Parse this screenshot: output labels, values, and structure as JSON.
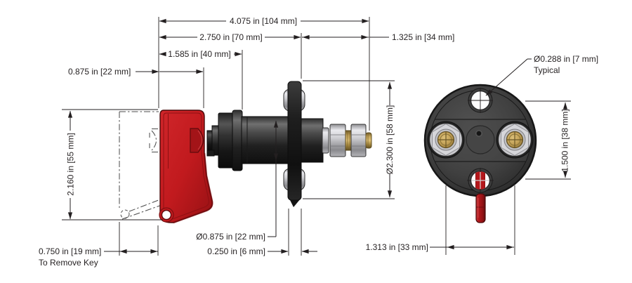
{
  "drawing": {
    "subject": "Battery disconnect switch dimensional drawing",
    "views": [
      "side view with removable red key",
      "rear panel view with terminals"
    ]
  },
  "side_view": {
    "dim_overall_length": "4.075 in [104 mm]",
    "dim_body_length": "2.750 in [70 mm]",
    "dim_stud_projection": "1.325 in [34 mm]",
    "dim_key_to_body": "1.585 in [40 mm]",
    "dim_key_head_width": "0.875 in [22 mm]",
    "dim_key_height": "2.160 in [55 mm]",
    "dim_flange_diameter": "Ø2.300 in [58 mm]",
    "dim_barrel_diameter": "Ø0.875 in [22 mm]",
    "dim_panel_thickness": "0.250 in [6 mm]",
    "dim_key_removal": "0.750 in [19 mm]",
    "dim_key_removal_note": "To Remove Key"
  },
  "rear_view": {
    "dim_mounting_hole": "Ø0.288 in [7 mm]",
    "dim_mounting_hole_note": "Typical",
    "dim_hole_spacing": "1.500 in [38 mm]",
    "dim_terminal_spacing": "1.313 in [33 mm]"
  },
  "colors": {
    "line": "#231f20",
    "key_red": "#c11a1e",
    "key_red_dark": "#8e1013",
    "body_dark": "#262626",
    "metal_light": "#d9d9dc",
    "brass": "#c2a055",
    "background": "#ffffff"
  }
}
